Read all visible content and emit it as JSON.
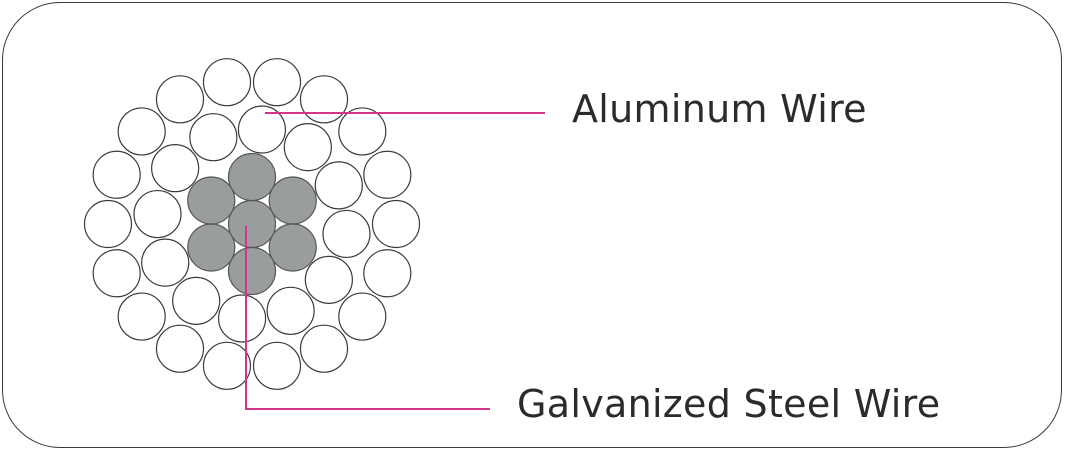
{
  "labels": {
    "aluminum": "Aluminum Wire",
    "steel": "Galvanized Steel Wire"
  },
  "colors": {
    "border": "#3a3a3a",
    "aluminum_fill": "#ffffff",
    "aluminum_stroke": "#3a3a3a",
    "steel_fill": "#9a9d9e",
    "steel_stroke": "#555555",
    "leader": "#d6338a"
  },
  "conductor": {
    "steel_core_count": 7,
    "aluminum_inner_layer_count": 12,
    "aluminum_outer_layer_count": 18
  }
}
